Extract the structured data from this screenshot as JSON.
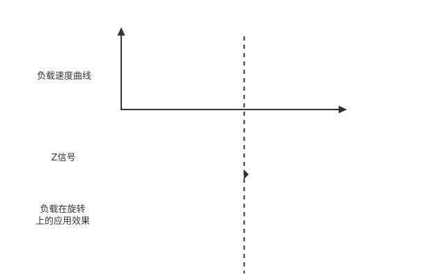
{
  "labels": {
    "load_speed_curve": "负载速度曲线",
    "z_signal": "Z信号",
    "rotation_effect_line1": "负载在旋转",
    "rotation_effect_line2": "上的应用效果"
  },
  "colors": {
    "stroke": "#333333",
    "text": "#333333",
    "background": "#ffffff"
  }
}
